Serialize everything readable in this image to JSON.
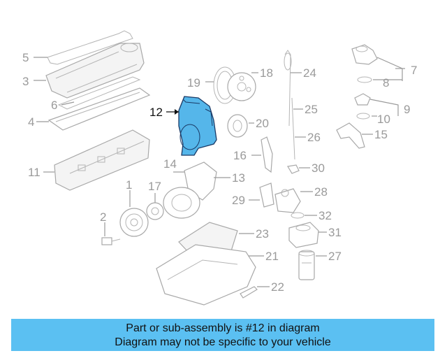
{
  "diagram": {
    "highlighted_part": "12",
    "labels": {
      "p1": "1",
      "p2": "2",
      "p3": "3",
      "p4": "4",
      "p5": "5",
      "p6": "6",
      "p7": "7",
      "p8": "8",
      "p9": "9",
      "p10": "10",
      "p11": "11",
      "p12": "12",
      "p13": "13",
      "p14": "14",
      "p15": "15",
      "p16": "16",
      "p17": "17",
      "p18": "18",
      "p19": "19",
      "p20": "20",
      "p21": "21",
      "p22": "22",
      "p23": "23",
      "p24": "24",
      "p25": "25",
      "p26": "26",
      "p27": "27",
      "p28": "28",
      "p29": "29",
      "p30": "30",
      "p31": "31",
      "p32": "32"
    }
  },
  "banner": {
    "line1": "Part or sub-assembly is #12 in diagram",
    "line2": "Diagram may not be specific to your vehicle"
  },
  "colors": {
    "highlight": "#55b6ea",
    "banner": "#5bc0f2",
    "line_art": "#a8a8a8"
  }
}
